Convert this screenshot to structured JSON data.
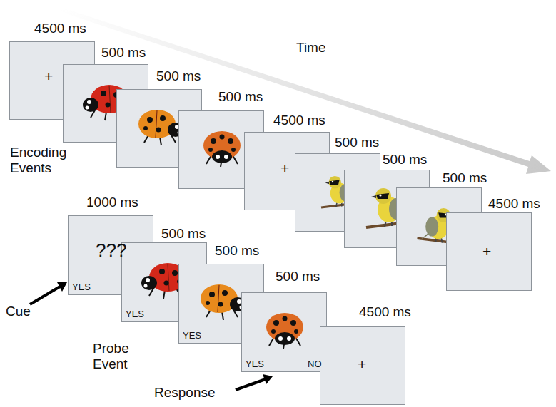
{
  "diagram": {
    "nodes": [
      {
        "text": [
          "4500 ms",
          "+"
        ]
      },
      {
        "text": [
          "500 ms"
        ]
      },
      {
        "text": [
          "500 ms"
        ]
      },
      {
        "text": [
          "500 ms"
        ]
      },
      {
        "text": [
          "4500 ms",
          "+"
        ]
      },
      {
        "text": [
          "500 ms"
        ]
      },
      {
        "text": [
          "500 ms"
        ]
      },
      {
        "text": [
          "500 ms"
        ]
      },
      {
        "text": [
          "4500 ms",
          "+"
        ]
      },
      {
        "text": [
          "1000 ms",
          "???",
          "YES"
        ]
      },
      {
        "text": [
          "500 ms",
          "YES"
        ]
      },
      {
        "text": [
          "500 ms",
          "YES"
        ]
      },
      {
        "text": [
          "500 ms",
          "YES",
          "NO"
        ]
      },
      {
        "text": [
          "4500 ms",
          "+"
        ]
      }
    ],
    "labels": [
      "Time",
      "Encoding Events",
      "Cue",
      "Probe Event",
      "Response"
    ]
  }
}
